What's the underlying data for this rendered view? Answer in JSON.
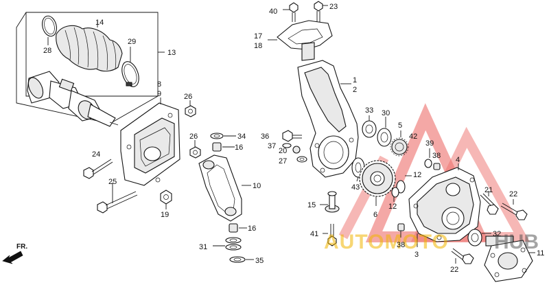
{
  "labels": {
    "l1": "1",
    "l2": "2",
    "l3": "3",
    "l4": "4",
    "l5": "5",
    "l6": "6",
    "l8": "8",
    "l9": "9",
    "l10": "10",
    "l11": "11",
    "l12a": "12",
    "l12b": "12",
    "l13": "13",
    "l14": "14",
    "l15": "15",
    "l16a": "16",
    "l16b": "16",
    "l17": "17",
    "l18": "18",
    "l19": "19",
    "l20": "20",
    "l21": "21",
    "l22a": "22",
    "l22b": "22",
    "l23": "23",
    "l24": "24",
    "l25": "25",
    "l26a": "26",
    "l26b": "26",
    "l27": "27",
    "l28": "28",
    "l29": "29",
    "l30": "30",
    "l31": "31",
    "l32": "32",
    "l33": "33",
    "l34": "34",
    "l35": "35",
    "l36": "36",
    "l37": "37",
    "l38a": "38",
    "l38b": "38",
    "l39": "39",
    "l40": "40",
    "l41": "41",
    "l42": "42",
    "l43": "43"
  },
  "direction": "FR.",
  "watermark": {
    "text_a": "AUTOMOTO",
    "text_b": "HUB",
    "color": "#e8403a"
  }
}
